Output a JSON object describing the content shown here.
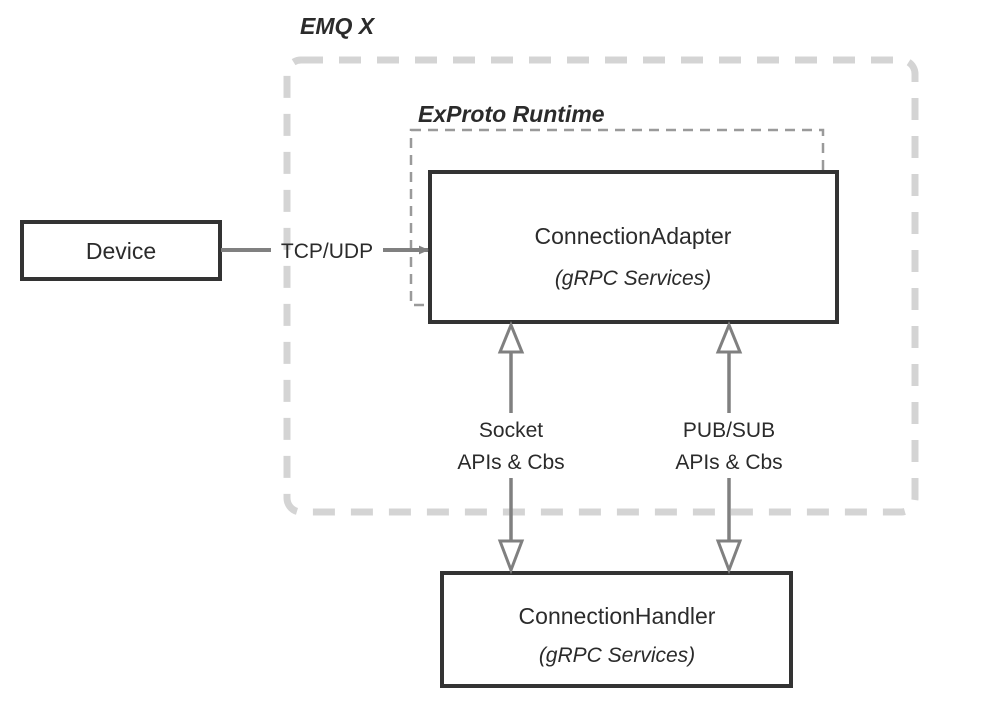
{
  "diagram": {
    "type": "architecture-block-diagram",
    "background_color": "#ffffff",
    "outer_zone": {
      "label": "EMQ X",
      "border_style": "dashed-rounded",
      "border_color": "#d4d4d4"
    },
    "inner_zone": {
      "label": "ExProto Runtime",
      "border_style": "dashed",
      "border_color": "#9a9a9a"
    },
    "boxes": [
      {
        "id": "device",
        "title": "Device",
        "subtitle": "",
        "border_color": "#333333",
        "fill_color": "#ffffff"
      },
      {
        "id": "connection-adapter",
        "title": "ConnectionAdapter",
        "subtitle": "(gRPC Services)",
        "border_color": "#333333",
        "fill_color": "#ffffff"
      },
      {
        "id": "connection-handler",
        "title": "ConnectionHandler",
        "subtitle": "(gRPC Services)",
        "border_color": "#333333",
        "fill_color": "#ffffff"
      }
    ],
    "connectors": [
      {
        "id": "device-to-adapter",
        "label": "TCP/UDP",
        "from": "device",
        "to": "connection-adapter",
        "direction": "one-way",
        "arrow_style": "solid-filled",
        "color": "#808080"
      },
      {
        "id": "socket-apis",
        "label_line1": "Socket",
        "label_line2": "APIs & Cbs",
        "from": "connection-handler",
        "to": "connection-adapter",
        "direction": "two-way",
        "arrow_style": "hollow",
        "color": "#808080"
      },
      {
        "id": "pubsub-apis",
        "label_line1": "PUB/SUB",
        "label_line2": "APIs & Cbs",
        "from": "connection-handler",
        "to": "connection-adapter",
        "direction": "two-way",
        "arrow_style": "hollow",
        "color": "#808080"
      }
    ]
  }
}
